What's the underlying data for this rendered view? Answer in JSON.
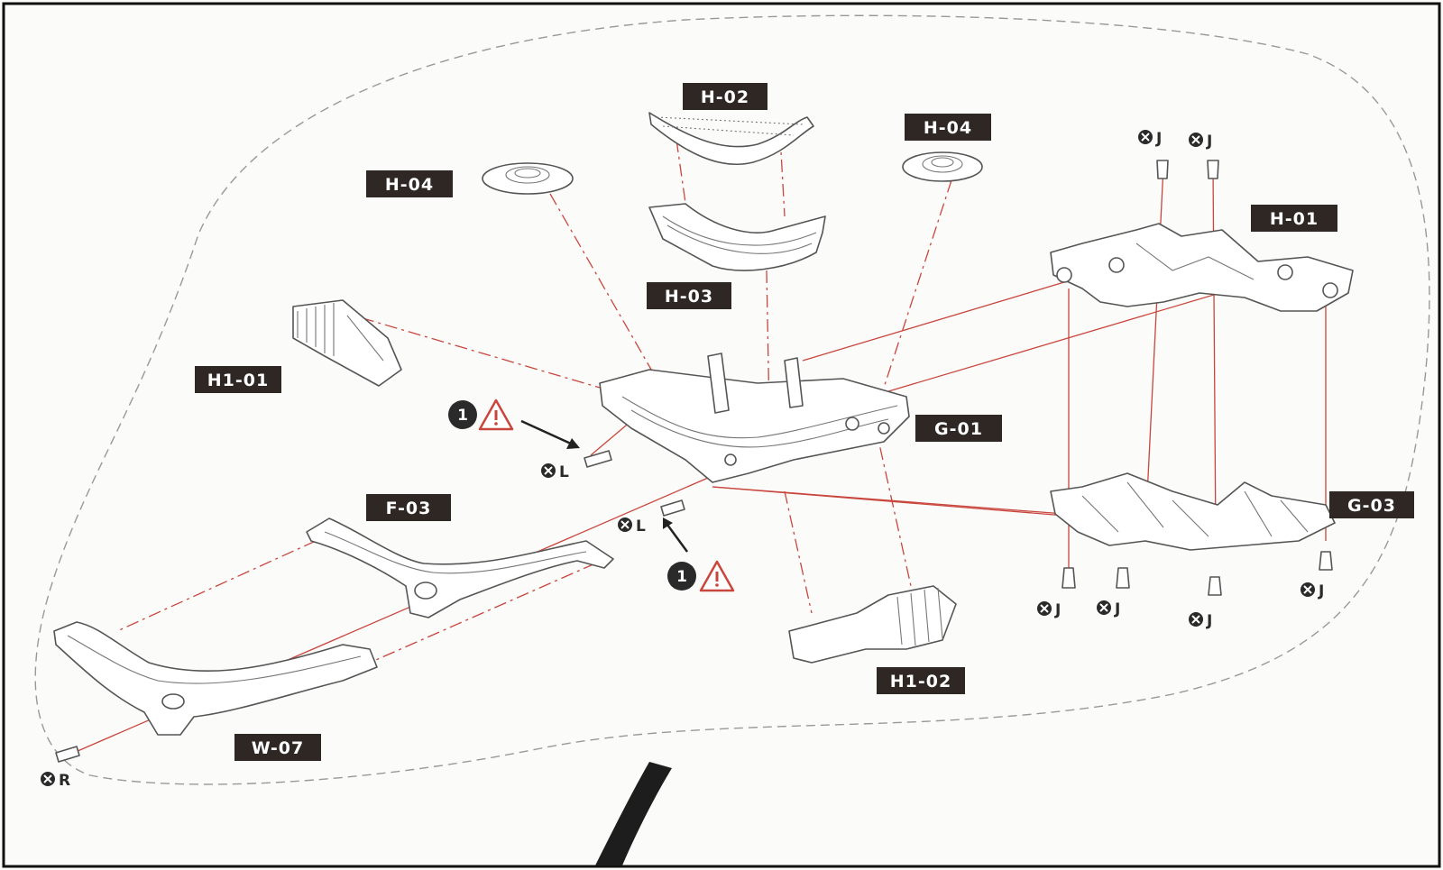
{
  "colors": {
    "paper": "#fbfbfa",
    "outline": "#555555",
    "guide_line": "#c9463d",
    "label_bg": "#2e2724",
    "label_text": "#ffffff",
    "frame": "#111111"
  },
  "parts": {
    "h02": "H-02",
    "h03": "H-03",
    "h04_left": "H-04",
    "h04_right": "H-04",
    "h01": "H-01",
    "h1_01": "H1-01",
    "g01": "G-01",
    "g03": "G-03",
    "f03": "F-03",
    "w07": "W-07",
    "h1_02": "H1-02"
  },
  "screws": {
    "j_top_1": "J",
    "j_top_2": "J",
    "j_bot_1": "J",
    "j_bot_2": "J",
    "j_bot_3": "J",
    "j_bot_4": "J",
    "l_left": "L",
    "l_right": "L",
    "r": "R"
  },
  "steps": {
    "upper": "1",
    "lower": "1"
  },
  "icons": {
    "screw_marker": "circle-x-icon",
    "warning": "warning-triangle-icon",
    "step_badge": "step-number-icon"
  }
}
